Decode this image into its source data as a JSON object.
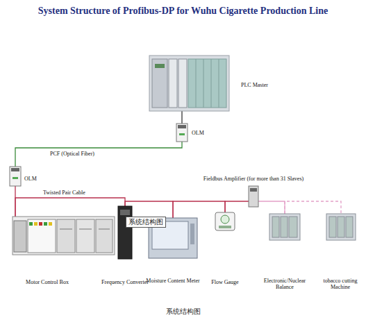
{
  "diagram": {
    "title": "System Structure of Profibus-DP for Wuhu Cigarette Production Line",
    "caption": "系统结构图",
    "nodes": [
      {
        "text": [
          "PLC Master"
        ]
      },
      {
        "text": [
          "OLM"
        ]
      },
      {
        "text": [
          "OLM"
        ]
      },
      {
        "text": [
          "Motor Control Box"
        ]
      },
      {
        "text": [
          "Frequency Converter"
        ]
      },
      {
        "text": [
          "Moisture Content Meter"
        ]
      },
      {
        "text": [
          "Flow Gauge"
        ]
      },
      {
        "text": [
          "Fieldbus Amplifier (for more than 31 Slaves)"
        ]
      },
      {
        "text": [
          "Electronic/Nuclear Balance"
        ]
      },
      {
        "text": [
          "tobacco cutting Machine"
        ]
      }
    ],
    "edges": [
      {
        "from": 0,
        "to": 1,
        "arrow": "none"
      },
      {
        "from": 1,
        "to": 2,
        "arrow": "none",
        "label": "PCF (Optical Fiber)"
      },
      {
        "from": 2,
        "to": 3,
        "arrow": "none"
      },
      {
        "from": 3,
        "to": 4,
        "arrow": "none",
        "label": "Twisted Pair Cable"
      },
      {
        "from": 4,
        "to": 5,
        "arrow": "none"
      },
      {
        "from": 5,
        "to": 6,
        "arrow": "none"
      },
      {
        "from": 6,
        "to": 7,
        "arrow": "none"
      },
      {
        "from": 7,
        "to": 8,
        "arrow": "none"
      },
      {
        "from": 8,
        "to": 9,
        "arrow": "none"
      }
    ],
    "labels": [
      "系统结构图"
    ]
  }
}
